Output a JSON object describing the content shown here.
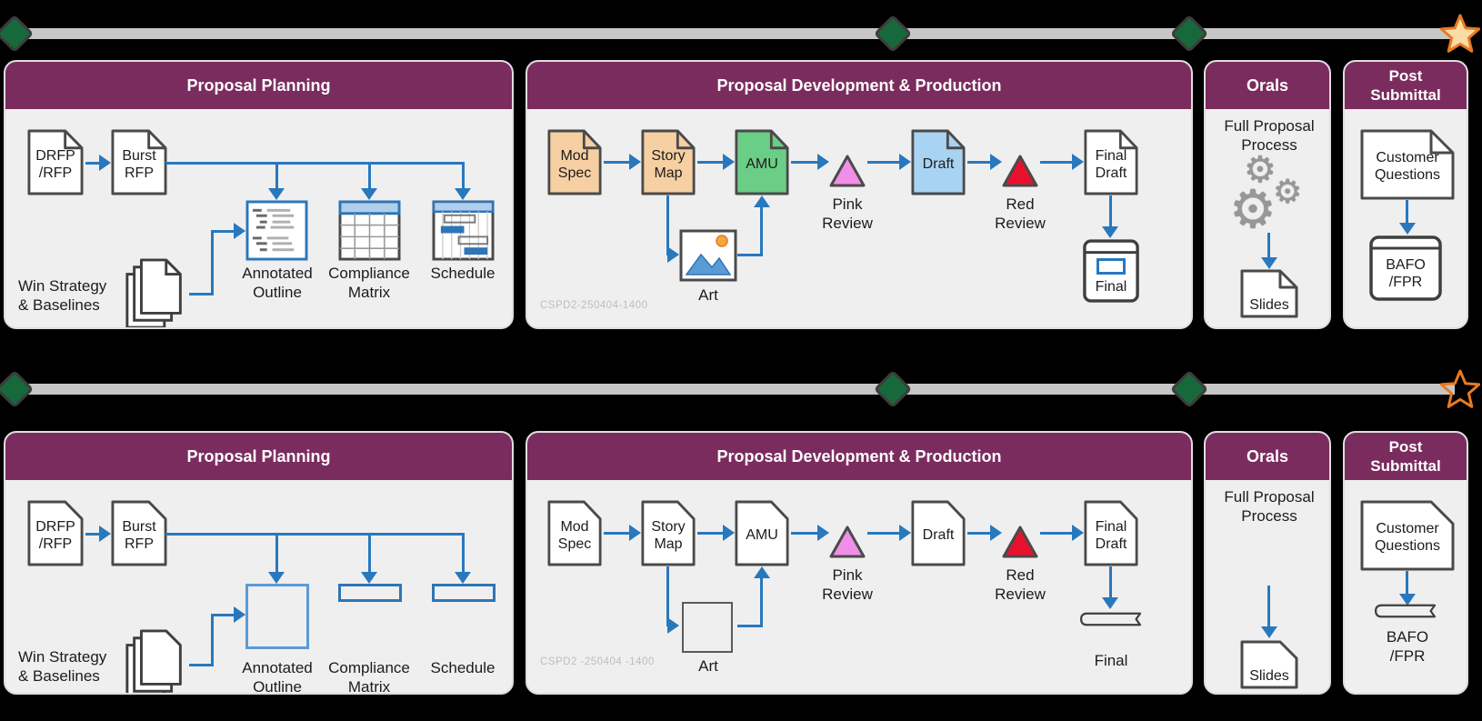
{
  "timeline": {
    "milestone_shape": "diamond",
    "end_shape": "star",
    "diamond_color": "#17693B",
    "star_color": "#E87A22",
    "bar_color": "#C6C6C6"
  },
  "panels": {
    "planning": {
      "title": "Proposal Planning",
      "drfp": {
        "line1": "DRFP",
        "line2": "/RFP"
      },
      "burst": {
        "line1": "Burst",
        "line2": "RFP"
      },
      "win_strategy": {
        "line1": "Win Strategy",
        "line2": "& Baselines"
      },
      "annotated": {
        "line1": "Annotated",
        "line2": "Outline"
      },
      "compliance": {
        "line1": "Compliance",
        "line2": "Matrix"
      },
      "schedule": "Schedule"
    },
    "development": {
      "title": "Proposal Development & Production",
      "mod_spec": {
        "line1": "Mod",
        "line2": "Spec"
      },
      "story_map": {
        "line1": "Story",
        "line2": "Map"
      },
      "amu": "AMU",
      "pink_review": {
        "line1": "Pink",
        "line2": "Review"
      },
      "draft": "Draft",
      "red_review": {
        "line1": "Red",
        "line2": "Review"
      },
      "final_draft": {
        "line1": "Final",
        "line2": "Draft"
      },
      "art": "Art",
      "final": "Final",
      "watermark_detailed": "CSPD2-250404-1400",
      "watermark_simple": "CSPD2 -250404 -1400"
    },
    "orals": {
      "title": "Orals",
      "process": {
        "line1": "Full Proposal",
        "line2": "Process"
      },
      "slides": "Slides"
    },
    "post": {
      "title": {
        "line1": "Post",
        "line2": "Submittal"
      },
      "customer": {
        "line1": "Customer",
        "line2": "Questions"
      },
      "bafo": {
        "line1": "BAFO",
        "line2": "/FPR"
      }
    }
  },
  "colors": {
    "header_bg": "#7B2C5E",
    "panel_bg": "#F0EFEF",
    "connector_blue": "#2878BE",
    "doc_orange": "#F6CFA2",
    "doc_green": "#6BCE86",
    "doc_blue": "#A9D3F2",
    "pink_triangle": "#F08FE8",
    "red_triangle": "#E8112D"
  }
}
